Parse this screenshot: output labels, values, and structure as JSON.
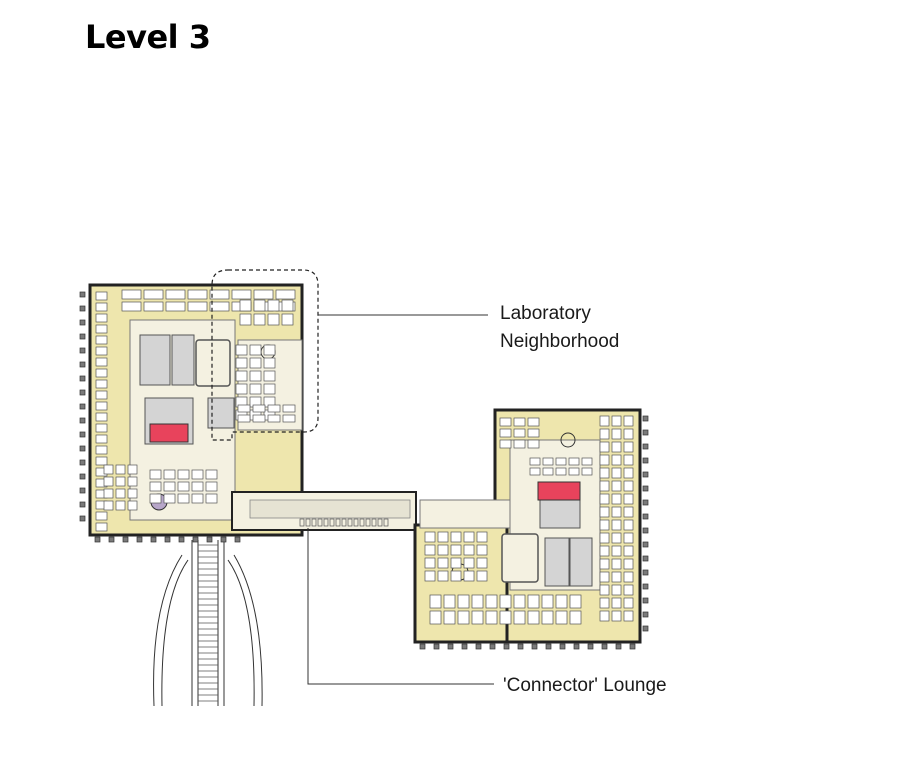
{
  "page": {
    "title": "Level 3"
  },
  "callouts": {
    "laboratory_line1": "Laboratory",
    "laboratory_line2": "Neighborhood",
    "connector": "'Connector' Lounge"
  },
  "colors": {
    "office_fill": "#eee6ad",
    "circulation_fill": "#f4f1e1",
    "core_fill": "#d4d4d4",
    "accent_red": "#e8435c",
    "wall": "#222222",
    "column": "#7a7a7a",
    "purple_marker": "#b7a6c9"
  }
}
